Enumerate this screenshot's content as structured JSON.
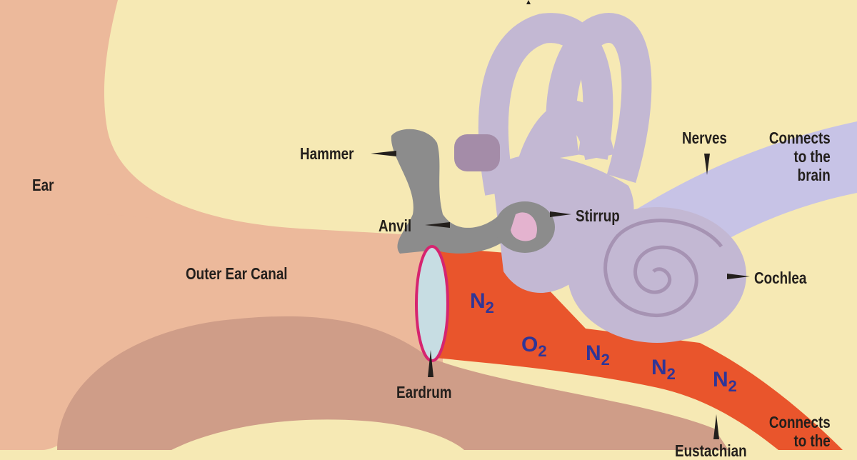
{
  "labels": {
    "ear": "Ear",
    "outer_ear_canal": "Outer Ear Canal",
    "hammer": "Hammer",
    "anvil": "Anvil",
    "stirrup": "Stirrup",
    "eardrum": "Eardrum",
    "cochlea": "Cochlea",
    "nerves": "Nerves",
    "connects_brain": [
      "Connects",
      "to the",
      "brain"
    ],
    "connects_bottom": [
      "Connects",
      "to the"
    ],
    "eustachian": "Eustachian"
  },
  "gases": [
    {
      "base": "N",
      "sub": "2"
    },
    {
      "base": "O",
      "sub": "2"
    },
    {
      "base": "N",
      "sub": "2"
    },
    {
      "base": "N",
      "sub": "2"
    },
    {
      "base": "N",
      "sub": "2"
    }
  ],
  "colors": {
    "background": "#f6e9b4",
    "outer_ear": "#ecb99b",
    "canal_shadow": "#cf9d88",
    "middle_ear_air": "#e9552c",
    "ossicles": "#8c8c8c",
    "inner_ear": "#c3b8d3",
    "nerve": "#c7c3e6",
    "eardrum_fill": "#c7dde3",
    "eardrum_rim": "#d6246f",
    "gas_text": "#2f3597"
  }
}
